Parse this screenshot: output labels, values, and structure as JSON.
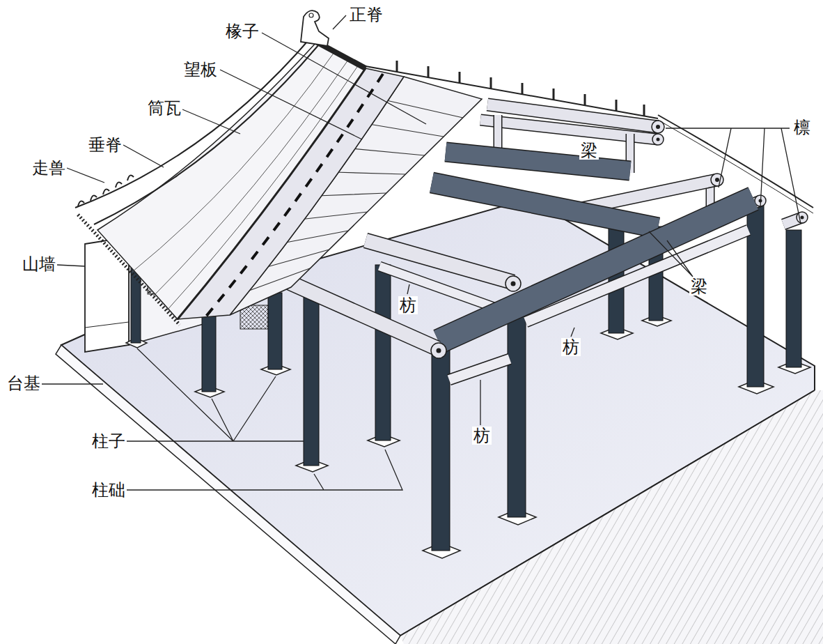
{
  "diagram": {
    "labels": [
      "正脊",
      "椽子",
      "望板",
      "筒瓦",
      "檩",
      "垂脊",
      "梁",
      "走兽",
      "山墙",
      "梁",
      "枋",
      "枋",
      "台基",
      "枋",
      "柱子",
      "柱础"
    ]
  }
}
